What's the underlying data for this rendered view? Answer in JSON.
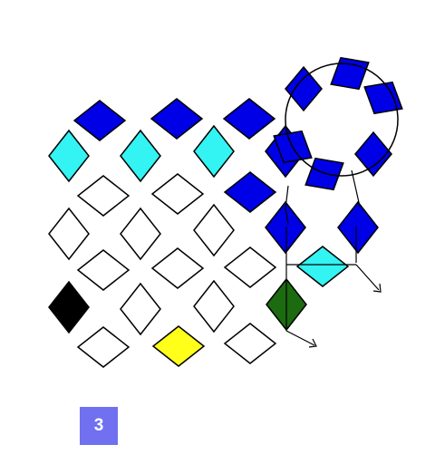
{
  "colors": {
    "blue": "#0000e6",
    "cyan": "#33f3f3",
    "white": "#ffffff",
    "black": "#000000",
    "green": "#1c6b10",
    "yellow": "#ffff1a",
    "outline": "#000000",
    "badge": "#7070f0"
  },
  "puzzle": {
    "tiles": [
      {
        "color": "blue"
      },
      {
        "color": "blue"
      },
      {
        "color": "blue"
      },
      {
        "color": "cyan"
      },
      {
        "color": "cyan"
      },
      {
        "color": "cyan"
      },
      {
        "color": "blue"
      },
      {
        "color": "white"
      },
      {
        "color": "white"
      },
      {
        "color": "blue"
      },
      {
        "color": "white"
      },
      {
        "color": "white"
      },
      {
        "color": "white"
      },
      {
        "color": "blue"
      },
      {
        "color": "blue"
      },
      {
        "color": "white"
      },
      {
        "color": "white"
      },
      {
        "color": "white"
      },
      {
        "color": "cyan"
      },
      {
        "color": "black"
      },
      {
        "color": "white"
      },
      {
        "color": "white"
      },
      {
        "color": "green"
      },
      {
        "color": "white"
      },
      {
        "color": "yellow"
      },
      {
        "color": "white"
      }
    ],
    "ring_tiles": 6,
    "ring_color": "blue"
  },
  "level_badge": {
    "label": "3",
    "icon": "level-number-badge"
  }
}
